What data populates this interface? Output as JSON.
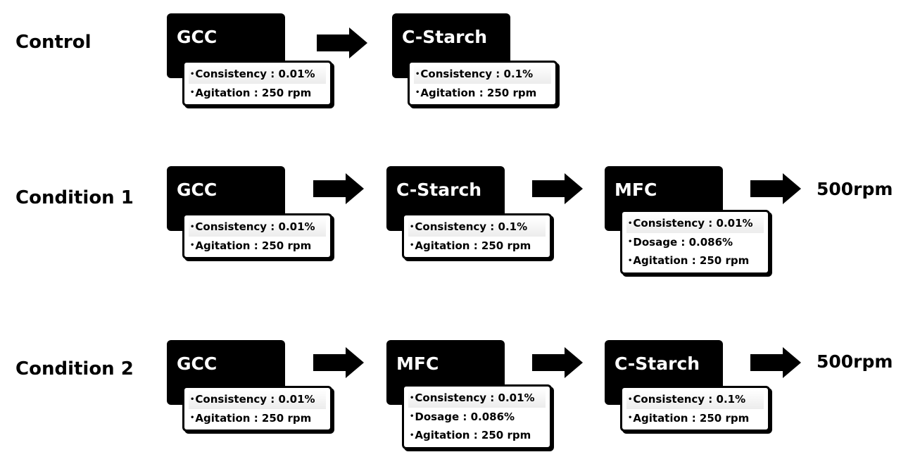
{
  "rows": [
    {
      "label": "Control",
      "steps": [
        {
          "title": "GCC",
          "lines": [
            "Consistency : 0.01%",
            "Agitation : 250 rpm"
          ]
        },
        {
          "title": "C-Starch",
          "lines": [
            "Consistency : 0.1%",
            "Agitation : 250 rpm"
          ]
        }
      ]
    },
    {
      "label": "Condition 1",
      "steps": [
        {
          "title": "GCC",
          "lines": [
            "Consistency : 0.01%",
            "Agitation : 250 rpm"
          ]
        },
        {
          "title": "C-Starch",
          "lines": [
            "Consistency : 0.1%",
            "Agitation : 250 rpm"
          ]
        },
        {
          "title": "MFC",
          "lines": [
            "Consistency : 0.01%",
            "Dosage : 0.086%",
            "Agitation : 250 rpm"
          ]
        }
      ],
      "result": "500rpm"
    },
    {
      "label": "Condition 2",
      "steps": [
        {
          "title": "GCC",
          "lines": [
            "Consistency : 0.01%",
            "Agitation : 250 rpm"
          ]
        },
        {
          "title": "MFC",
          "lines": [
            "Consistency : 0.01%",
            "Dosage : 0.086%",
            "Agitation : 250 rpm"
          ]
        },
        {
          "title": "C-Starch",
          "lines": [
            "Consistency : 0.1%",
            "Agitation : 250 rpm"
          ]
        }
      ],
      "result": "500rpm"
    }
  ],
  "colors": {
    "block": "#000000",
    "background": "#ffffff"
  }
}
